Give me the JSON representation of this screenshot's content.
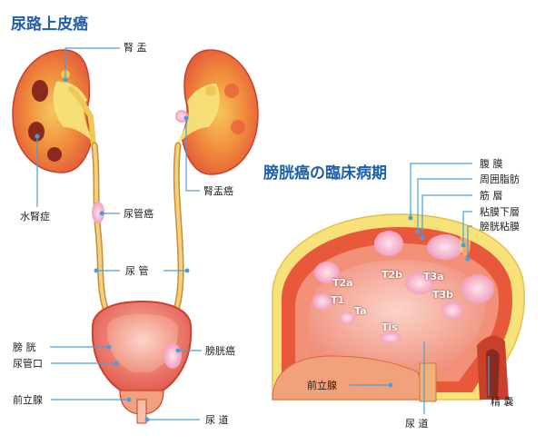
{
  "left_title": "尿路上皮癌",
  "right_title": "膀胱癌の臨床病期",
  "left_labels": {
    "renal_pelvis": "腎 盂",
    "hydronephrosis": "水腎症",
    "ureter_cancer": "尿管癌",
    "renal_pelvis_cancer": "腎盂癌",
    "ureter": "尿 管",
    "bladder": "膀 胱",
    "ureteral_orifice": "尿管口",
    "bladder_cancer": "膀胱癌",
    "prostate": "前立腺",
    "urethra": "尿 道"
  },
  "right_labels": {
    "peritoneum": "腹 膜",
    "perivesical_fat": "周囲脂肪",
    "muscle_layer": "筋 層",
    "submucosa": "粘膜下層",
    "bladder_mucosa": "膀胱粘膜",
    "prostate": "前立腺",
    "urethra": "尿 道",
    "seminal_vesicle": "精 嚢"
  },
  "stages": {
    "t2a": "T2a",
    "t2b": "T2b",
    "t3a": "T3a",
    "t3b": "T3b",
    "t1": "T1",
    "ta": "Ta",
    "tis": "Tis"
  },
  "colors": {
    "title": "#1e5fae",
    "leader_line": "#4a9fd8",
    "kidney_red": "#e8583a",
    "fat_yellow": "#f7e27a",
    "tumor_pink": "#f4b3c8"
  }
}
